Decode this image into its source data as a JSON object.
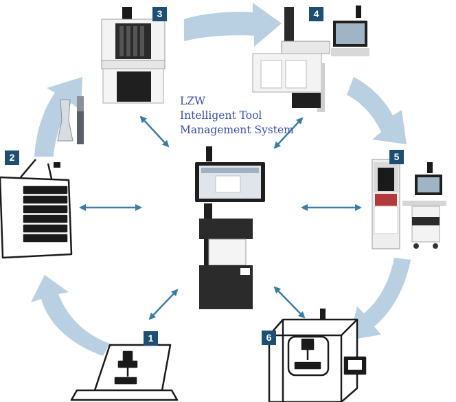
{
  "title": {
    "line1": "LZW",
    "line2": "Intelligent Tool",
    "line3": "Management System"
  },
  "stations": [
    {
      "number": "1",
      "icon": "laptop-cad-icon"
    },
    {
      "number": "2",
      "icon": "tool-cabinet-icon"
    },
    {
      "number": "3",
      "icon": "shrink-fit-machine-icon"
    },
    {
      "number": "4",
      "icon": "tool-presetter-icon"
    },
    {
      "number": "5",
      "icon": "balancing-machine-icon"
    },
    {
      "number": "6",
      "icon": "cnc-machine-icon"
    }
  ],
  "hub": {
    "icon": "tool-management-kiosk-icon"
  },
  "colors": {
    "cycle_arrow": "#b9cfe2",
    "link_arrow": "#3a7ca5",
    "badge": "#1d4f73",
    "title": "#3b4fae"
  }
}
